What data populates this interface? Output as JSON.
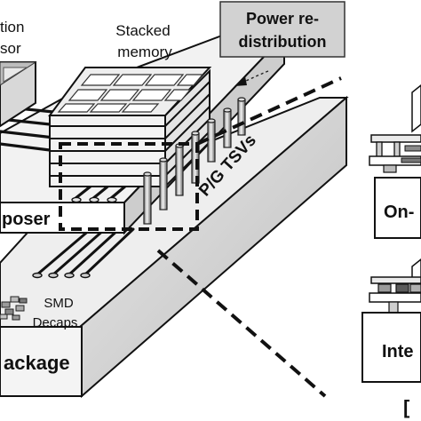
{
  "labels": {
    "processor_top": "tion",
    "processor_bottom": "sor",
    "stacked_top": "Stacked",
    "stacked_bottom": "memory",
    "power_top": "Power re-",
    "power_bottom": "distribution",
    "tsvs": "P/G TSVs",
    "interposer": "poser",
    "smd_top": "SMD",
    "smd_bottom": "Decaps",
    "package": "ackage",
    "on_chip": "On-",
    "inte": "Inte",
    "bracket": "["
  },
  "colors": {
    "frame": "#111111",
    "light_fill": "#f1f1f1",
    "mid_fill": "#d2d2d2",
    "dark_fill": "#8c8c8c",
    "callout_fill": "#cfcfcf",
    "chip_fill": "#dcdcdc"
  }
}
